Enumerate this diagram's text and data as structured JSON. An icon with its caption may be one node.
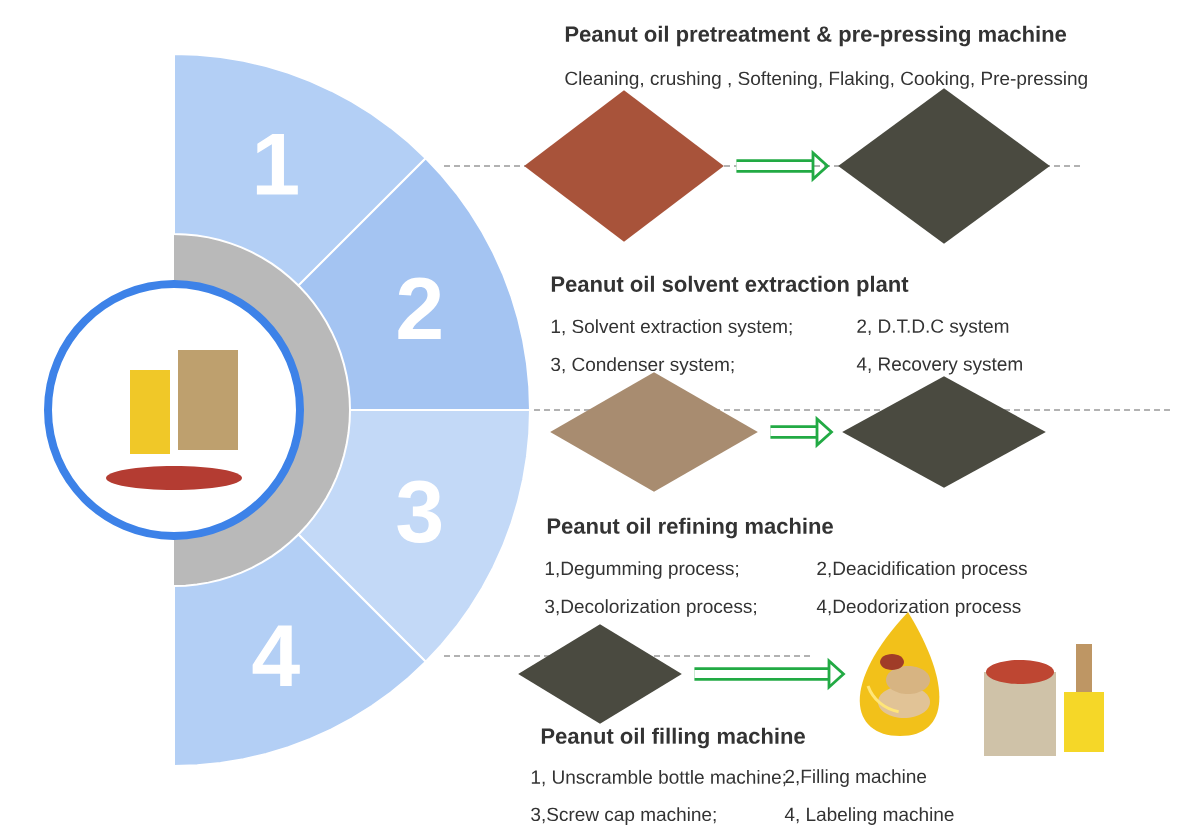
{
  "diagram": {
    "nodes": [
      {
        "text": [
          "1"
        ]
      },
      {
        "text": [
          "2"
        ]
      },
      {
        "text": [
          "3"
        ]
      },
      {
        "text": [
          "4"
        ]
      },
      {
        "text": [],
        "shape": "picture"
      },
      {
        "text": [],
        "shape": "picture"
      },
      {
        "text": [],
        "shape": "picture"
      },
      {
        "text": [],
        "shape": "picture"
      },
      {
        "text": [],
        "shape": "picture"
      },
      {
        "text": [],
        "shape": "picture"
      },
      {
        "text": [],
        "shape": "picture"
      },
      {
        "text": [],
        "shape": "picture"
      },
      {
        "text": [],
        "shape": "ring"
      }
    ],
    "edges": [
      {
        "from": 5,
        "to": 6,
        "arrow": "to"
      },
      {
        "from": 7,
        "to": 8,
        "arrow": "to"
      },
      {
        "from": 9,
        "to": 10,
        "arrow": "to"
      }
    ],
    "labels": [
      "Peanut oil pretreatment & pre-pressing machine",
      "Cleaning, crushing , Softening, Flaking, Cooking, Pre-pressing",
      "Peanut oil solvent extraction plant",
      "1, Solvent extraction system;",
      "2, D.T.D.C system",
      "3, Condenser system;",
      "4, Recovery system",
      "Peanut oil refining machine",
      "1,Degumming process;",
      "2,Deacidification process",
      "3,Decolorization process;",
      "4,Deodorization process",
      "Peanut oil filling machine",
      "1, Unscramble bottle machine;",
      "2,Filling machine",
      "3,Screw cap machine;",
      "4, Labeling machine"
    ]
  }
}
